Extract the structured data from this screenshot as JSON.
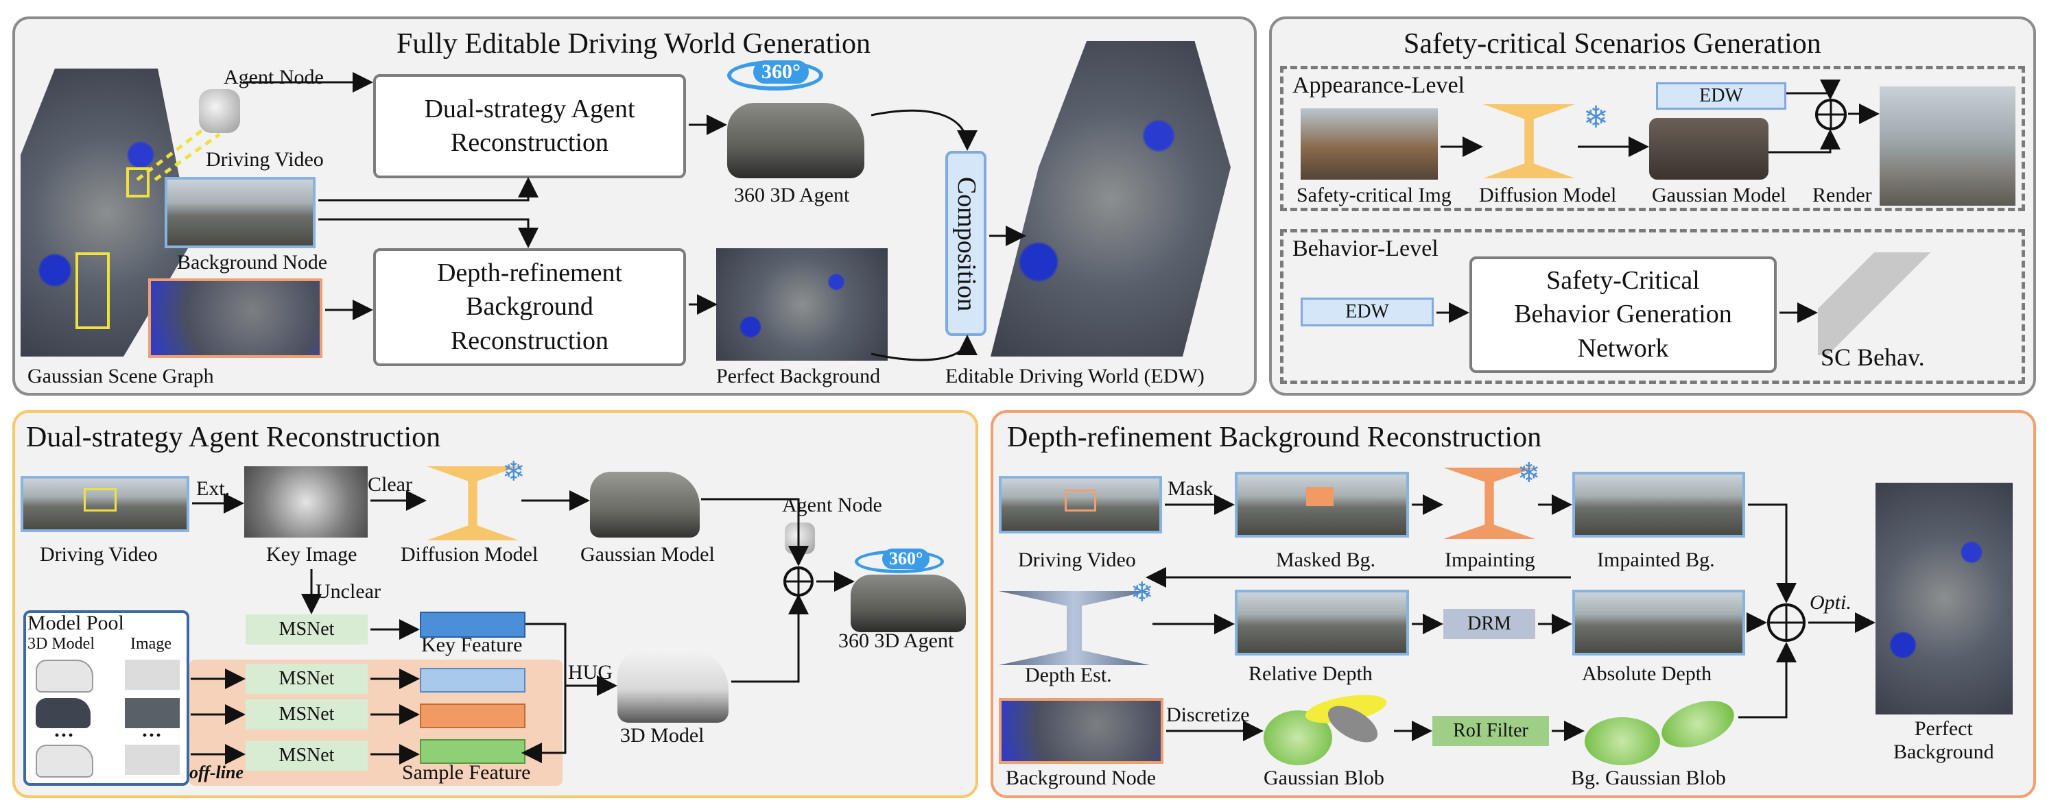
{
  "top_left": {
    "title": "Fully Editable Driving World Generation",
    "agent_node": "Agent Node",
    "driving_video": "Driving Video",
    "background_node": "Background Node",
    "gaussian_scene_graph": "Gaussian Scene Graph",
    "dual_box": "Dual-strategy Agent\nReconstruction",
    "depth_box": "Depth-refinement\nBackground\nReconstruction",
    "badge_360": "360°",
    "agent_3d": "360 3D Agent",
    "perfect_bg": "Perfect Background",
    "composition": "Composition",
    "edw": "Editable Driving World (EDW)"
  },
  "top_right": {
    "title": "Safety-critical Scenarios Generation",
    "appearance": "Appearance-Level",
    "edw_tag": "EDW",
    "sc_img": "Safety-critical Img",
    "diffusion": "Diffusion Model",
    "gaussian": "Gaussian Model",
    "render": "Render",
    "behavior": "Behavior-Level",
    "edw_tag2": "EDW",
    "sc_box": "Safety-Critical\nBehavior Generation\nNetwork",
    "sc_behav": "SC Behav."
  },
  "bottom_left": {
    "title": "Dual-strategy Agent Reconstruction",
    "ext": "Ext.",
    "clear": "Clear",
    "driving_video": "Driving Video",
    "key_image": "Key Image",
    "diffusion": "Diffusion Model",
    "gaussian": "Gaussian Model",
    "agent_node": "Agent Node",
    "badge_360": "360°",
    "agent_3d": "360 3D Agent",
    "unclear": "Unclear",
    "msnet": "MSNet",
    "key_feature": "Key Feature",
    "model_pool": "Model Pool",
    "pool_3d": "3D Model",
    "pool_image": "Image",
    "ellipsis": "···",
    "offline": "off-line",
    "hug": "HUG",
    "model_3d": "3D Model",
    "sample_feature": "Sample Feature"
  },
  "bottom_right": {
    "title": "Depth-refinement Background Reconstruction",
    "mask": "Mask",
    "driving_video": "Driving Video",
    "masked_bg": "Masked Bg.",
    "impainting": "Impainting",
    "impainted_bg": "Impainted Bg.",
    "depth_est": "Depth Est.",
    "relative_depth": "Relative Depth",
    "drm": "DRM",
    "absolute_depth": "Absolute Depth",
    "opti": "Opti.",
    "perfect_bg": "Perfect\nBackground",
    "background_node": "Background Node",
    "discretize": "Discretize",
    "gaussian_blob": "Gaussian Blob",
    "roi_filter": "RoI Filter",
    "bg_blob": "Bg. Gaussian Blob"
  },
  "colors": {
    "panel_gray": "#8c8c8c",
    "panel_yellow": "#f5c86a",
    "panel_orange": "#f0a070",
    "funnel_yellow": "#f8c66a",
    "funnel_orange": "#f29a64",
    "snow_blue": "#4a8fd8",
    "tag_blue": "#d4e6f8",
    "tag_green": "#d8ecd4"
  }
}
